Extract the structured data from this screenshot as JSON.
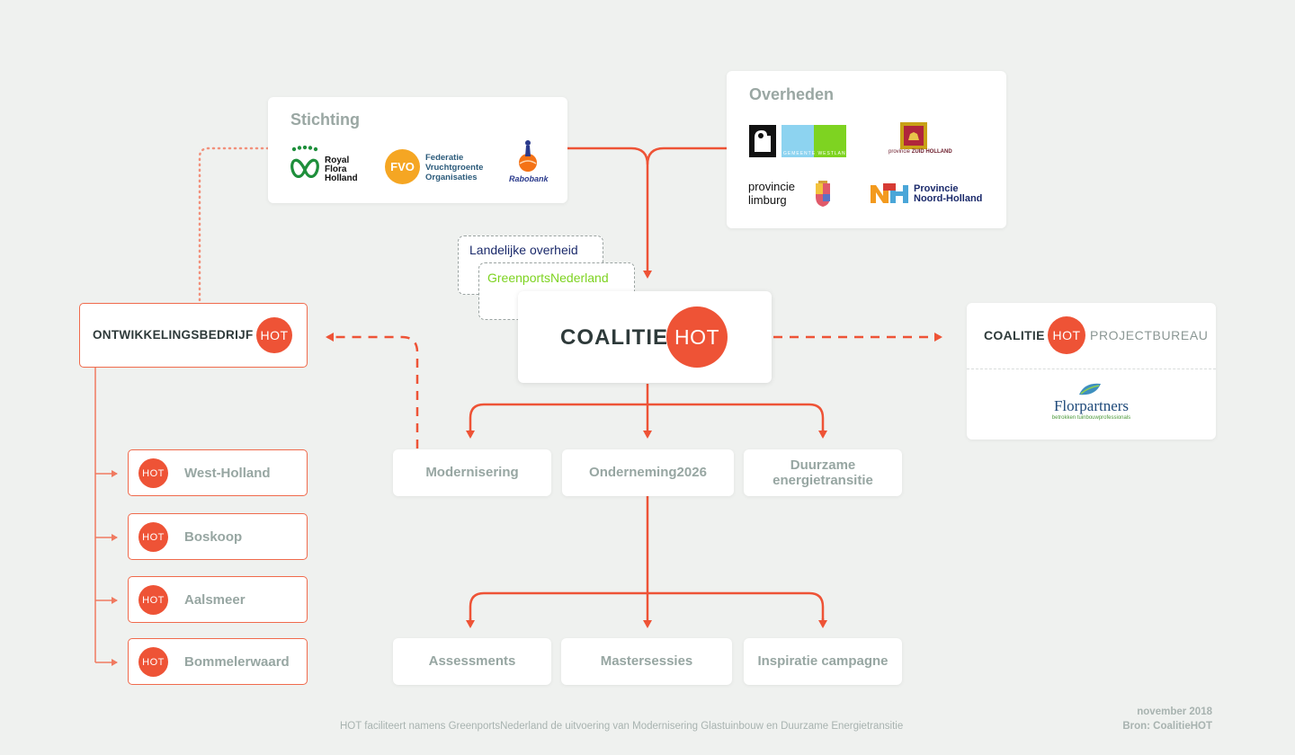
{
  "stichting": {
    "title": "Stichting",
    "logos": {
      "royal_flora_holland": [
        "Royal",
        "Flora",
        "Holland"
      ],
      "fvo_badge": "FVO",
      "fvo_text": [
        "Federatie",
        "Vruchtgroente",
        "Organisaties"
      ],
      "rabobank": "Rabobank"
    }
  },
  "overheden": {
    "title": "Overheden",
    "logos": {
      "gemeente": "GEMEENTE WESTLAND",
      "zuid_holland": [
        "provincie",
        "ZUID HOLLAND"
      ],
      "limburg": [
        "provincie",
        "limburg"
      ],
      "noord_holland": [
        "Provincie",
        "Noord-Holland"
      ]
    }
  },
  "partners": {
    "landelijke": "Landelijke overheid",
    "greenports": "GreenportsNederland"
  },
  "coalitie": {
    "label": "COALITIE",
    "badge": "HOT"
  },
  "ontwikkelingsbedrijf": {
    "label": "ONTWIKKELINGSBEDRIJF",
    "badge": "HOT",
    "regions": [
      {
        "badge": "HOT",
        "name": "West-Holland"
      },
      {
        "badge": "HOT",
        "name": "Boskoop"
      },
      {
        "badge": "HOT",
        "name": "Aalsmeer"
      },
      {
        "badge": "HOT",
        "name": "Bommelerwaard"
      }
    ]
  },
  "projectbureau": {
    "label_left": "COALITIE",
    "badge": "HOT",
    "label_right": "PROJECTBUREAU",
    "florpartners": "Florpartners",
    "florpartners_sub": "betrokken tuinbouwprofessionals"
  },
  "programmes": [
    "Modernisering",
    "Onderneming2026",
    "Duurzame energietransitie"
  ],
  "activities": [
    "Assessments",
    "Mastersessies",
    "Inspiratie campagne"
  ],
  "footer": {
    "caption": "HOT faciliteert namens GreenportsNederland de uitvoering van Modernisering Glastuinbouw en Duurzame Energietransitie",
    "date": "november 2018",
    "source": "Bron: CoalitieHOT"
  },
  "colors": {
    "accent": "#ee5336",
    "line": "#ee5336",
    "background": "#eff1ef",
    "muted_text": "#97a6a2",
    "greenports": "#7ed321",
    "navy": "#1b2a6b"
  }
}
